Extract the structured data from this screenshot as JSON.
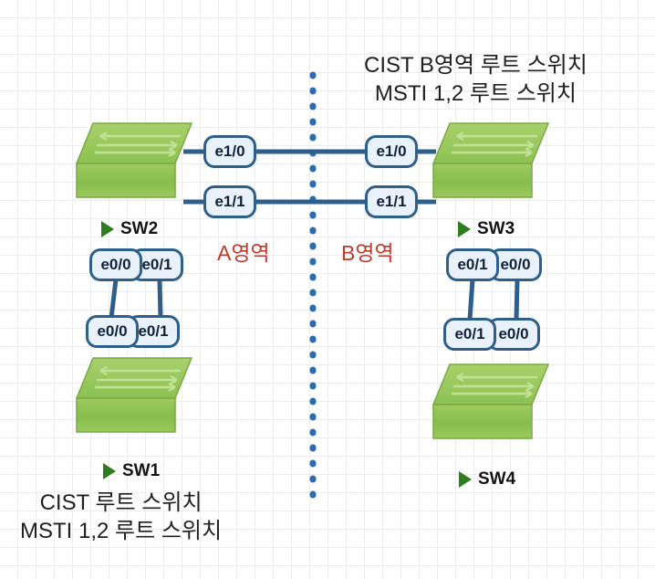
{
  "diagram": {
    "title": "MSTP region topology",
    "colors": {
      "link": "#2e5f8a",
      "divider": "#2b6cb0",
      "region_text": "#c0392b",
      "switch_green": "#8cc152",
      "marker_green": "#2f7d1f",
      "port_fill": "#e9f2fb",
      "grid": "#ededed"
    }
  },
  "notes": {
    "top_right": {
      "line1": "CIST B영역 루트 스위치",
      "line2": "MSTI 1,2 루트 스위치"
    },
    "bottom_left": {
      "line1": "CIST 루트 스위치",
      "line2": "MSTI 1,2 루트 스위치"
    }
  },
  "regions": {
    "a": "A영역",
    "b": "B영역"
  },
  "devices": [
    {
      "id": "sw2",
      "label": "SW2",
      "marker": "play-triangle-icon"
    },
    {
      "id": "sw3",
      "label": "SW3",
      "marker": "play-triangle-icon"
    },
    {
      "id": "sw1",
      "label": "SW1",
      "marker": "play-triangle-icon"
    },
    {
      "id": "sw4",
      "label": "SW4",
      "marker": "play-triangle-icon"
    }
  ],
  "ports": {
    "sw2_e1_0": "e1/0",
    "sw2_e1_1": "e1/1",
    "sw3_e1_0": "e1/0",
    "sw3_e1_1": "e1/1",
    "sw2_e0_0": "e0/0",
    "sw2_e0_1": "e0/1",
    "sw1_e0_0": "e0/0",
    "sw1_e0_1": "e0/1",
    "sw3_e0_1": "e0/1",
    "sw3_e0_0": "e0/0",
    "sw4_e0_1": "e0/1",
    "sw4_e0_0": "e0/0"
  }
}
